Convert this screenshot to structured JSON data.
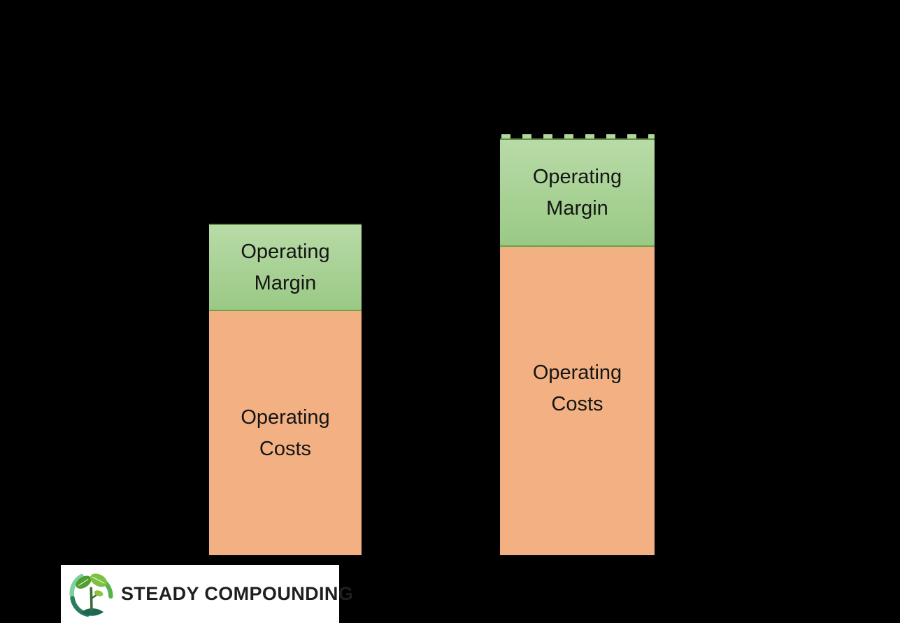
{
  "page": {
    "background_color": "#000000",
    "note": "static stacked-bar infographic on black background"
  },
  "chart_data": {
    "type": "bar",
    "subtype": "stacked",
    "categories": [
      "",
      ""
    ],
    "series": [
      {
        "name": "Operating Costs",
        "color": "#f3b183",
        "values": [
          349,
          441
        ]
      },
      {
        "name": "Operating Margin",
        "color": "#a9d18e",
        "values": [
          125,
          161
        ]
      }
    ],
    "value_units": "relative pixel heights (no axes, ticks or numeric labels visible)",
    "title": "",
    "xlabel": "",
    "ylabel": "",
    "grid": false,
    "legend_position": "none (segment labels drawn inside bars)",
    "annotations": [
      {
        "type": "dashed-line",
        "text": "",
        "position": "top edge of right bar",
        "color": "#000000"
      }
    ]
  },
  "bars": [
    {
      "id": "left",
      "margin_label": "Operating Margin",
      "costs_label": "Operating Costs",
      "dashed_cap": false
    },
    {
      "id": "right",
      "margin_label": "Operating Margin",
      "costs_label": "Operating Costs",
      "dashed_cap": true
    }
  ],
  "colors": {
    "margin_fill_top": "#b8dba7",
    "margin_fill_bottom": "#9ac985",
    "margin_border": "#6ba24b",
    "costs_fill": "#f3b183",
    "label_text": "#151515",
    "dash_tooth": "#b2d7a0",
    "background": "#000000",
    "logo_background": "#ffffff",
    "logo_text_color": "#1f1f1f"
  },
  "logo": {
    "text": "STEADY COMPOUNDING",
    "icon": "seedling-in-circle-icon"
  }
}
